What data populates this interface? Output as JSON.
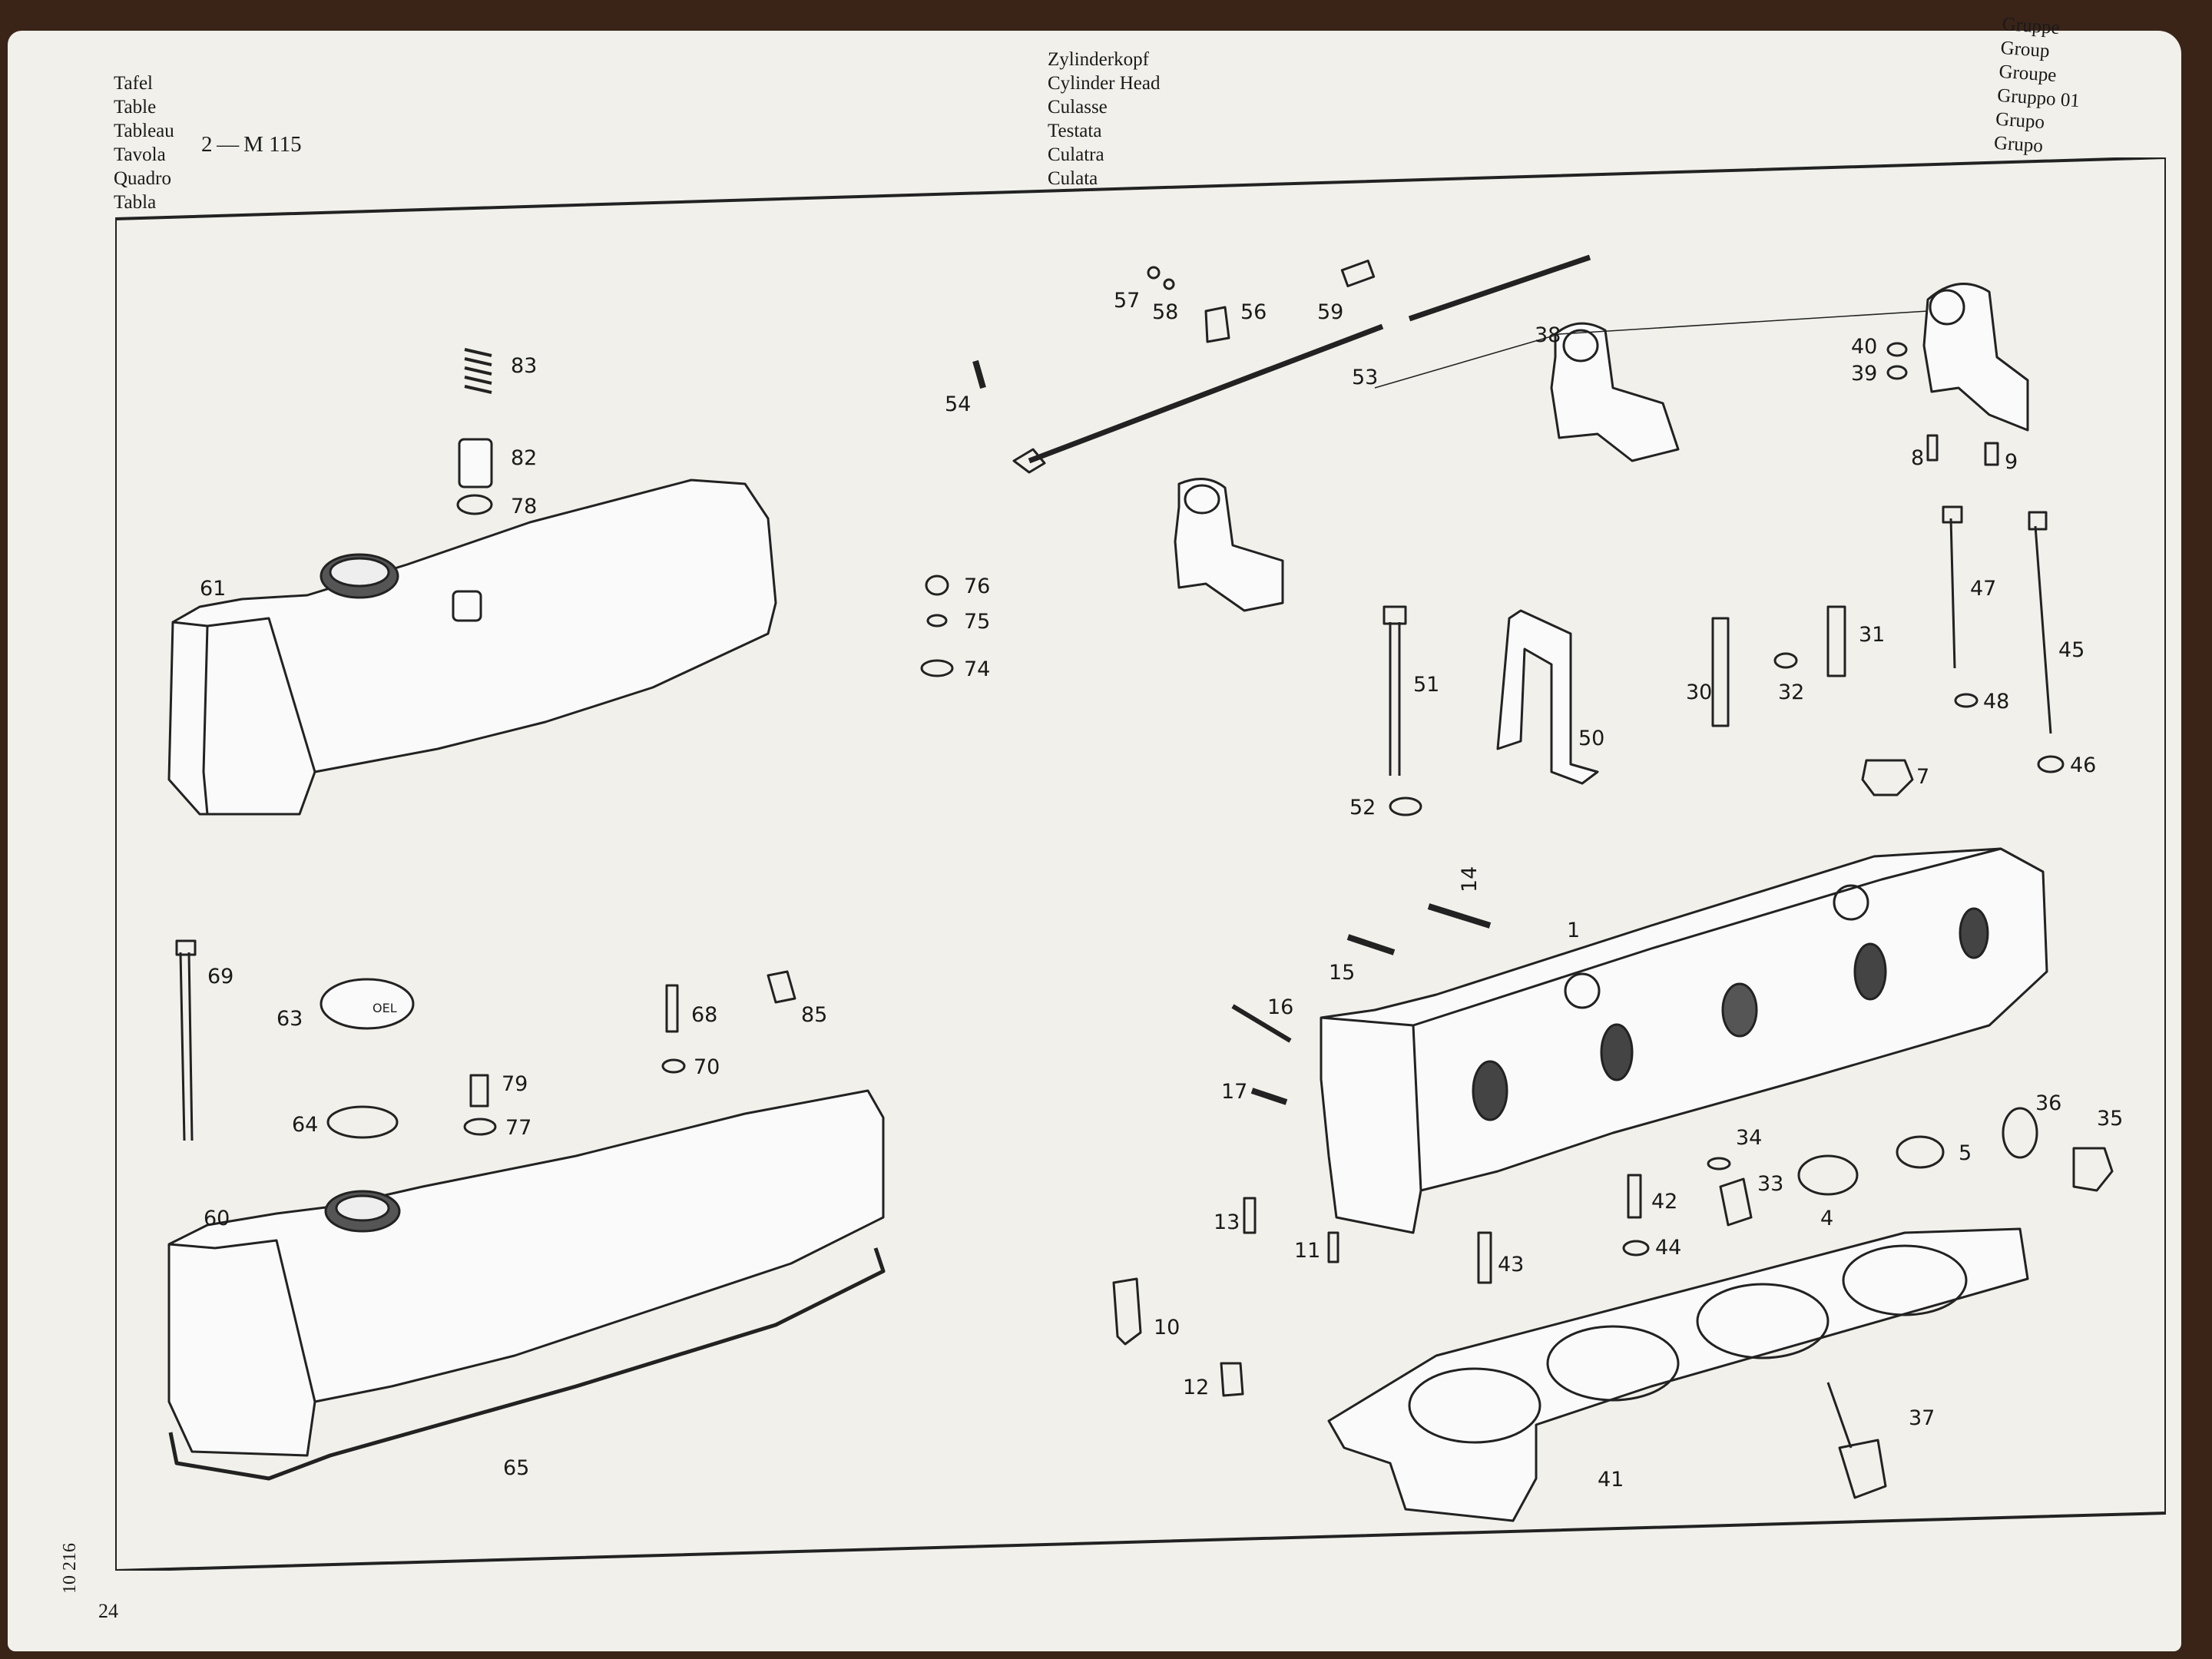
{
  "header": {
    "left_labels": [
      "Tafel",
      "Table",
      "Tableau",
      "Tavola",
      "Quadro",
      "Tabla"
    ],
    "plate_code": "2 — M 115",
    "title_lines": [
      "Zylinderkopf",
      "Cylinder Head",
      "Culasse",
      "Testata",
      "Culatra",
      "Culata"
    ],
    "right_labels": [
      "Gruppe",
      "Group",
      "Groupe",
      "Gruppo 01",
      "Grupo",
      "Grupo"
    ]
  },
  "footer": {
    "page_number": "24",
    "side_code": "10 216"
  },
  "diagram": {
    "part_labels": {
      "p1": "1",
      "p4": "4",
      "p5": "5",
      "p7": "7",
      "p8": "8",
      "p9": "9",
      "p10": "10",
      "p11": "11",
      "p12": "12",
      "p13": "13",
      "p14": "14",
      "p15": "15",
      "p16": "16",
      "p17": "17",
      "p30": "30",
      "p31": "31",
      "p32": "32",
      "p33": "33",
      "p34": "34",
      "p35": "35",
      "p36": "36",
      "p37": "37",
      "p38": "38",
      "p39": "39",
      "p40": "40",
      "p41": "41",
      "p42": "42",
      "p43": "43",
      "p44": "44",
      "p45": "45",
      "p46": "46",
      "p47": "47",
      "p48": "48",
      "p50": "50",
      "p51": "51",
      "p52": "52",
      "p53": "53",
      "p54": "54",
      "p56": "56",
      "p57": "57",
      "p58": "58",
      "p59": "59",
      "p60": "60",
      "p61": "61",
      "p63": "63",
      "p64": "64",
      "p65": "65",
      "p68": "68",
      "p69": "69",
      "p70": "70",
      "p74": "74",
      "p75": "75",
      "p76": "76",
      "p77": "77",
      "p78": "78",
      "p79": "79",
      "p82": "82",
      "p83": "83",
      "p85": "85"
    },
    "oil_cap_text": "OEL"
  }
}
